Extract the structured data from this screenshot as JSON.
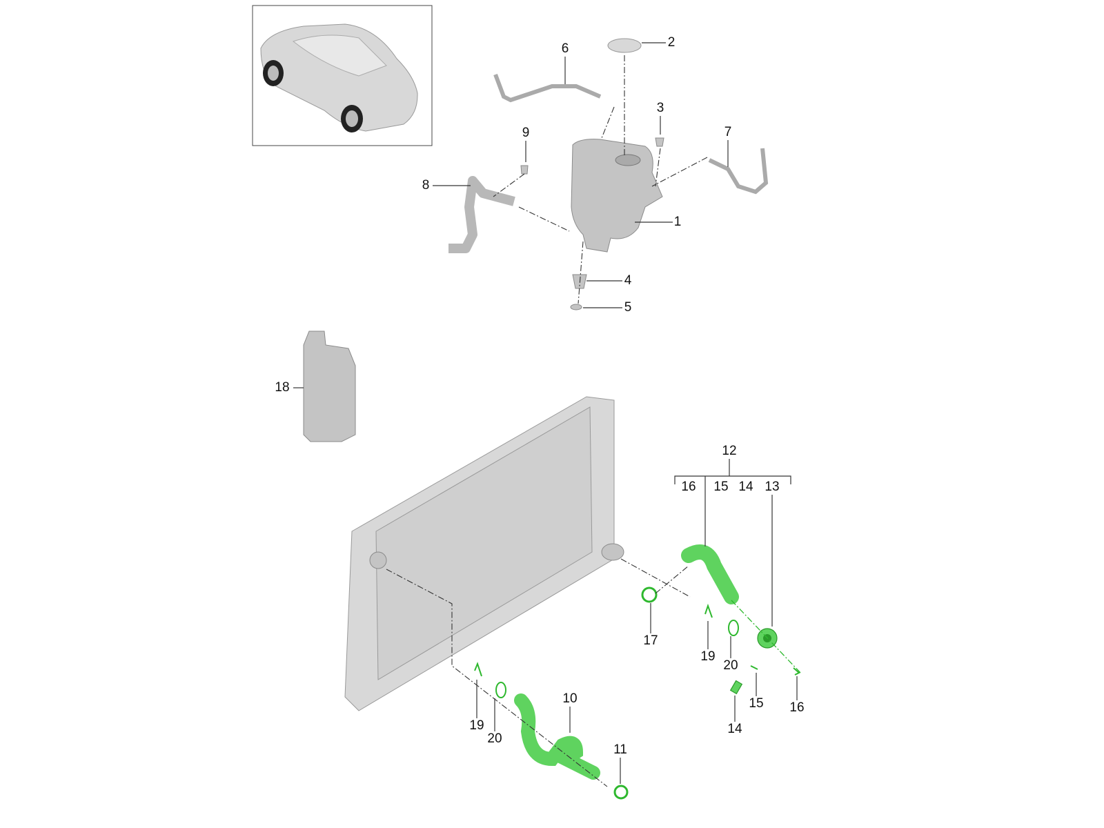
{
  "diagram": {
    "accent_color": "#5fd35f",
    "callouts": {
      "c1": "1",
      "c2": "2",
      "c3": "3",
      "c4": "4",
      "c5": "5",
      "c6": "6",
      "c7": "7",
      "c8": "8",
      "c9": "9",
      "c10": "10",
      "c11": "11",
      "c12": "12",
      "c13": "13",
      "c17": "17",
      "c18": "18",
      "group12": [
        "16",
        "15",
        "14",
        "13"
      ],
      "c19a": "19",
      "c20a": "20",
      "c15b": "15",
      "c16b": "16",
      "c14b": "14",
      "c19b": "19",
      "c20b": "20"
    }
  }
}
